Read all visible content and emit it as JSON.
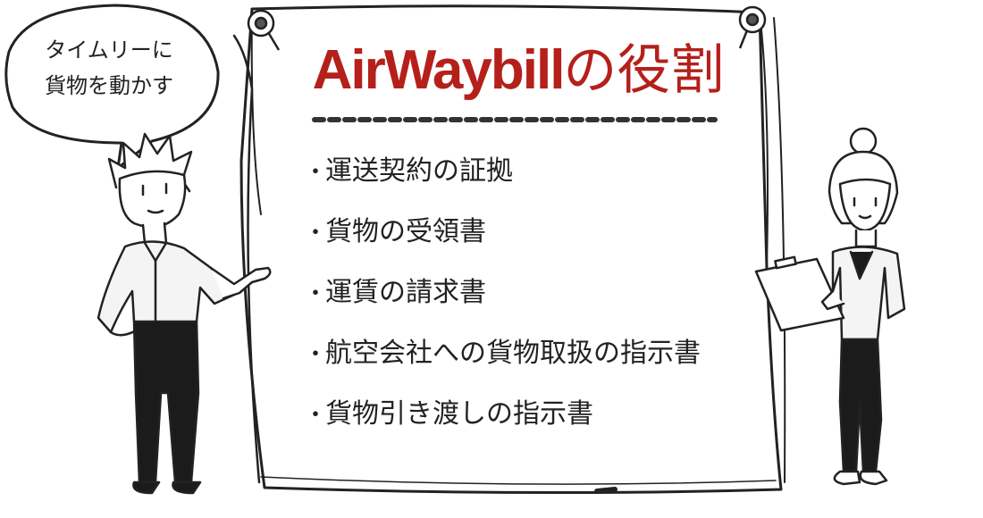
{
  "speech_bubble": {
    "lines": [
      "タイムリーに",
      "貨物を動かす"
    ]
  },
  "poster": {
    "title_latin": "AirWaybill",
    "title_jp": "の役割",
    "bullet_glyph": "・",
    "bullets": [
      "運送契約の証拠",
      "貨物の受領書",
      "運賃の請求書",
      "航空会社への貨物取扱の指示書",
      "貨物引き渡しの指示書"
    ]
  },
  "colors": {
    "title": "#b5201a",
    "ink": "#222222",
    "shirt": "#f4f4f4",
    "pants": "#1b1b1b"
  },
  "icons": [
    "pushpin-icon",
    "clipboard-icon"
  ]
}
